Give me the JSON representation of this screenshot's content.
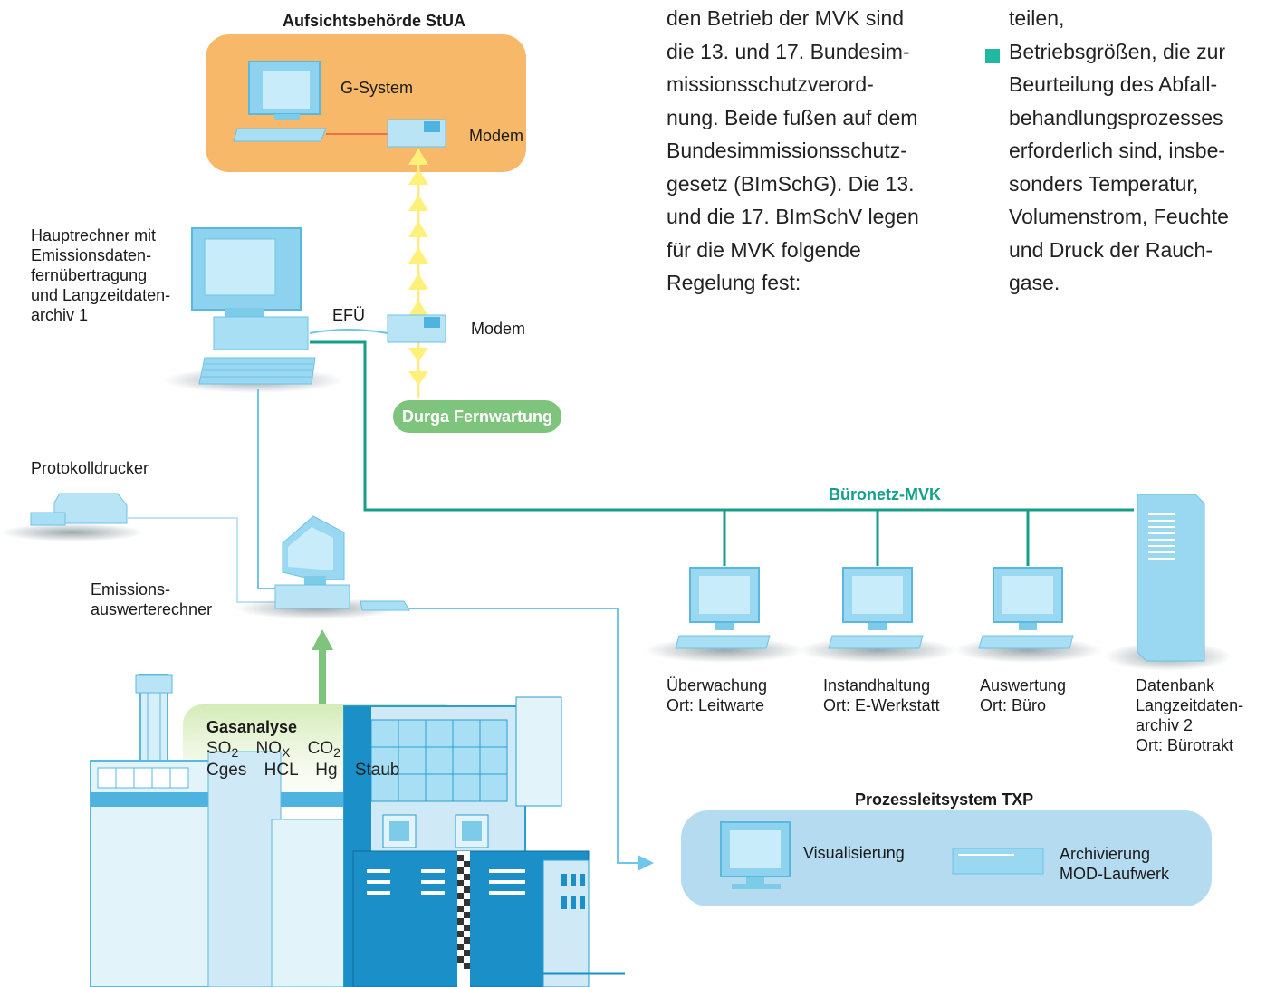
{
  "authority": {
    "title": "Aufsichtsbehörde StUA",
    "computer_label": "G-System",
    "modem_label": "Modem"
  },
  "main_computer": {
    "lines": [
      "Hauptrechner mit",
      "Emissionsdaten-",
      "fernübertragung",
      "und Langzeitdaten-",
      "archiv 1"
    ],
    "efu_label": "EFÜ",
    "modem_label": "Modem"
  },
  "remote_maintenance": "Durga Fernwartung",
  "printer": "Protokolldrucker",
  "evaluation_computer": {
    "lines": [
      "Emissions-",
      "auswerterechner"
    ]
  },
  "office_network": {
    "title": "Büronetz-MVK"
  },
  "workstations": [
    {
      "lines": [
        "Überwachung",
        "Ort: Leitwarte"
      ]
    },
    {
      "lines": [
        "Instandhaltung",
        "Ort: E-Werkstatt"
      ]
    },
    {
      "lines": [
        "Auswertung",
        "Ort: Büro"
      ]
    }
  ],
  "database": {
    "lines": [
      "Datenbank",
      "Langzeitdaten-",
      "archiv 2",
      "Ort: Bürotrakt"
    ]
  },
  "gas_analysis": {
    "title": "Gasanalyse",
    "row1": [
      {
        "base": "SO",
        "sub": "2"
      },
      {
        "base": "NO",
        "sub": "X"
      },
      {
        "base": "CO",
        "sub": "2"
      }
    ],
    "row2": [
      "Cges",
      "HCL",
      "Hg",
      "Staub"
    ]
  },
  "process_control": {
    "title": "Prozessleitsystem TXP",
    "visualization": "Visualisierung",
    "archive_lines": [
      "Archivierung",
      "MOD-Laufwerk"
    ]
  },
  "text_column_1": [
    "den Betrieb der MVK sind",
    "die 13. und 17. Bundesim-",
    "missionsschutzverord-",
    "nung. Beide fußen auf dem",
    "Bundesimmissionsschutz-",
    "gesetz (BImSchG). Die 13.",
    "und die 17. BImSchV legen",
    "für die MVK folgende",
    "Regelung fest:"
  ],
  "text_column_2": [
    "teilen,",
    "Betriebsgrößen, die zur",
    "Beurteilung des Abfall-",
    "behandlungsprozesses",
    "erforderlich sind, insbe-",
    "sonders Temperatur,",
    "Volumenstrom, Feuchte",
    "und Druck der Rauch-",
    "gase."
  ],
  "colors": {
    "orange_box": "#f8b869",
    "teal_line": "#169e88",
    "light_blue": "#6ec6e8",
    "pale_blue_device": "#b8e4f6",
    "green": "#7fc47c",
    "process_box": "#b4dbf0",
    "bullet": "#21b8a0",
    "yellow_arrow": "#fff27a"
  }
}
